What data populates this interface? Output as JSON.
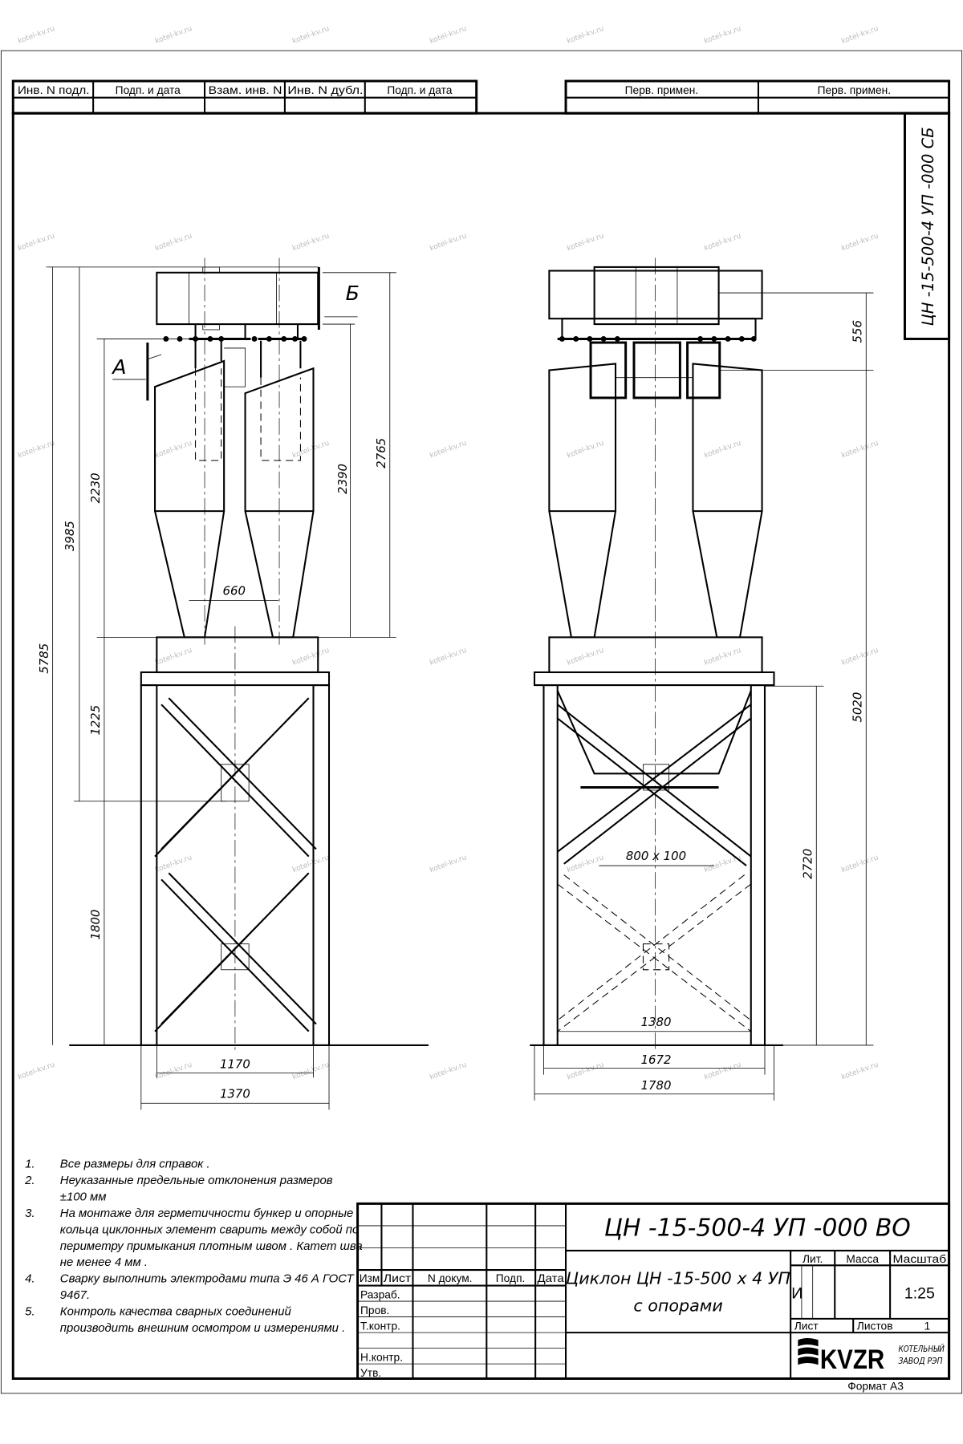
{
  "header": {
    "cells": [
      "Инв. N подл.",
      "Подп. и дата",
      "Взам. инв. N",
      "Инв. N дубл.",
      "Подп. и дата"
    ],
    "right_cells": [
      "Перв. примен.",
      "Перв. примен."
    ]
  },
  "side_stamp": "ЦН -15-500-4 УП -000 СБ",
  "view_labels": {
    "a": "А",
    "b": "Б"
  },
  "left_view_dims": {
    "d5785": "5785",
    "d3985": "3985",
    "d2230": "2230",
    "d1225": "1225",
    "d1800": "1800",
    "d2390": "2390",
    "d2765": "2765",
    "d660": "660",
    "d1170": "1170",
    "d1370": "1370"
  },
  "right_view_dims": {
    "d556": "556",
    "d5020": "5020",
    "d2720": "2720",
    "d800x100": "800 x 100",
    "d1380": "1380",
    "d1672": "1672",
    "d1780": "1780"
  },
  "notes": [
    {
      "num": "1.",
      "lines": [
        "Все размеры для справок ."
      ]
    },
    {
      "num": "2.",
      "lines": [
        "Неуказанные предельные отклонения размеров",
        "±100 мм"
      ]
    },
    {
      "num": "3.",
      "lines": [
        "На монтаже для герметичности бункер и опорные",
        "кольца циклонных элемент сварить между собой по",
        "периметру примыкания плотным швом . Катет шва",
        "не менее  4 мм ."
      ]
    },
    {
      "num": "4.",
      "lines": [
        "Сварку выполнить электродами типа Э 46 А ГОСТ",
        "9467."
      ]
    },
    {
      "num": "5.",
      "lines": [
        "Контроль качества сварных соединений",
        "производить внешним осмотром и измерениями ."
      ]
    }
  ],
  "title_block": {
    "designation": "ЦН -15-500-4 УП -000  ВО",
    "name_line1": "Циклон ЦН -15-500 х 4 УП",
    "name_line2": "с опорами",
    "cols": [
      "Изм",
      "Лист",
      "N докум.",
      "Подп.",
      "Дата"
    ],
    "roles": [
      "Разраб.",
      "Пров.",
      "Т.контр.",
      "",
      "Н.контр.",
      "Утв."
    ],
    "lit_label": "Лит.",
    "mass_label": "Масса",
    "scale_label": "Масштаб",
    "lit_value": "И",
    "scale_value": "1:25",
    "sheet_label": "Лист",
    "sheets_label": "Листов",
    "sheets_value": "1",
    "logo_text": "KVZR",
    "company_line1": "КОТЕЛЬНЫЙ",
    "company_line2": "ЗАВОД РЭП",
    "format": "Формат   А3"
  },
  "watermark": "kotel-kv.ru"
}
